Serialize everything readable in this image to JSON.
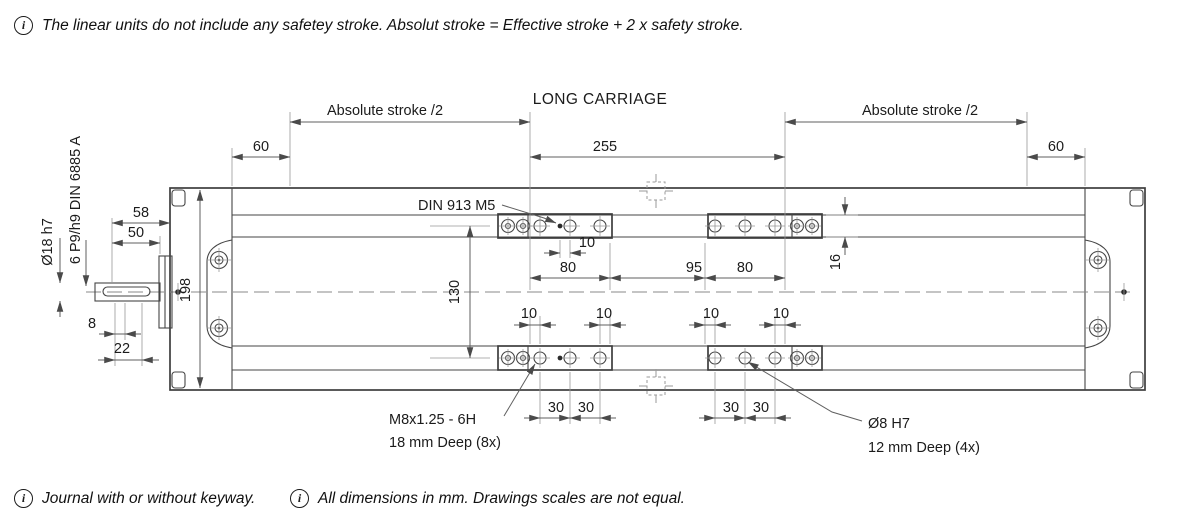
{
  "title": "LONG CARRIAGE",
  "notes": {
    "info_symbol": "i",
    "top": "The linear units do not include any safetey stroke. Absolut stroke = Effective stroke + 2 x safety stroke.",
    "bottom_left": "Journal with or without keyway.",
    "bottom_right": "All dimensions in mm. Drawings scales are not equal."
  },
  "dims": {
    "stroke_left": "Absolute stroke /2",
    "stroke_right": "Absolute stroke /2",
    "end_offset_left": "60",
    "end_offset_right": "60",
    "carriage_span": "255",
    "hole_group_left": "80",
    "hole_gap_mid": "95",
    "hole_group_right": "80",
    "setscrew_offset": "10",
    "slot_ends": [
      "10",
      "10",
      "10",
      "10"
    ],
    "hole_pitch": [
      "30",
      "30",
      "30",
      "30"
    ],
    "rail_height": "16",
    "rail_spacing": "130",
    "body_height": "198",
    "journal_length": "58",
    "journal_usable": "50",
    "keyway_offset": "8",
    "keyway_length": "22",
    "shaft_diameter": "Ø18 h7",
    "keyway_spec": "6 P9/h9 DIN 6885 A"
  },
  "callouts": {
    "setscrew": "DIN 913 M5",
    "thread": "M8x1.25 - 6H",
    "thread_depth": "18 mm Deep (8x)",
    "dowel": "Ø8 H7",
    "dowel_depth": "12 mm Deep (4x)"
  },
  "colors": {
    "object_line": "#3d3d3d",
    "dimension_line": "#5f5f5f",
    "extension_line": "#979797",
    "text": "#1b1b1b",
    "background": "#ffffff"
  }
}
